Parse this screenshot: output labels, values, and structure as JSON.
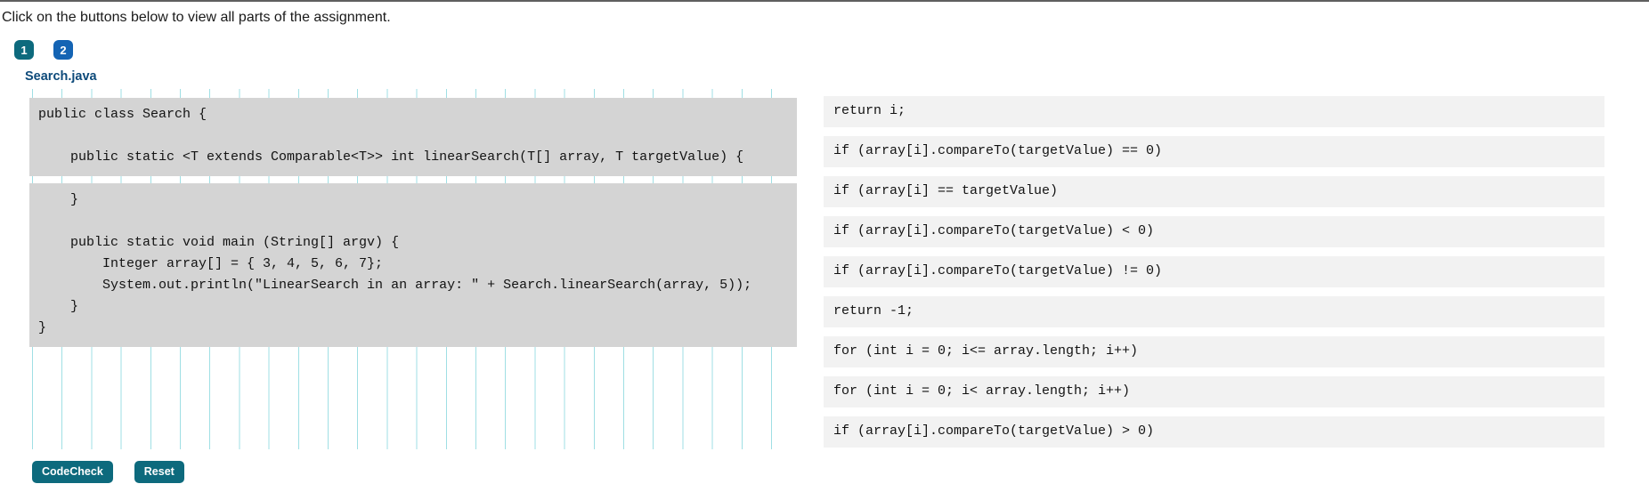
{
  "instruction": "Click on the buttons below to view all parts of the assignment.",
  "parts": [
    {
      "label": "1",
      "state": "active",
      "color": "#0d6a7d"
    },
    {
      "label": "2",
      "state": "inactive",
      "color": "#1464b4"
    }
  ],
  "file_label": "Search.java",
  "code_blocks": [
    "public class Search {\n\n    public static <T extends Comparable<T>> int linearSearch(T[] array, T targetValue) {",
    "    }\n\n    public static void main (String[] argv) {\n        Integer array[] = { 3, 4, 5, 6, 7};\n        System.out.println(\"LinearSearch in an array: \" + Search.linearSearch(array, 5));\n    }\n}"
  ],
  "choices": [
    "return i;",
    "if (array[i].compareTo(targetValue) == 0)",
    "if (array[i] == targetValue)",
    "if (array[i].compareTo(targetValue) < 0)",
    "if (array[i].compareTo(targetValue) != 0)",
    "return -1;",
    "for (int i = 0; i<= array.length; i++)",
    "for (int i = 0; i< array.length; i++)",
    "if (array[i].compareTo(targetValue) > 0)"
  ],
  "actions": {
    "codecheck_label": "CodeCheck",
    "reset_label": "Reset"
  },
  "colors": {
    "accent_teal": "#0d6a7d",
    "accent_blue": "#1464b4",
    "code_block_bg": "#d4d4d4",
    "choice_bg": "#f2f2f2",
    "rule_line": "#9fdfe4",
    "file_label": "#0d4a7a"
  }
}
